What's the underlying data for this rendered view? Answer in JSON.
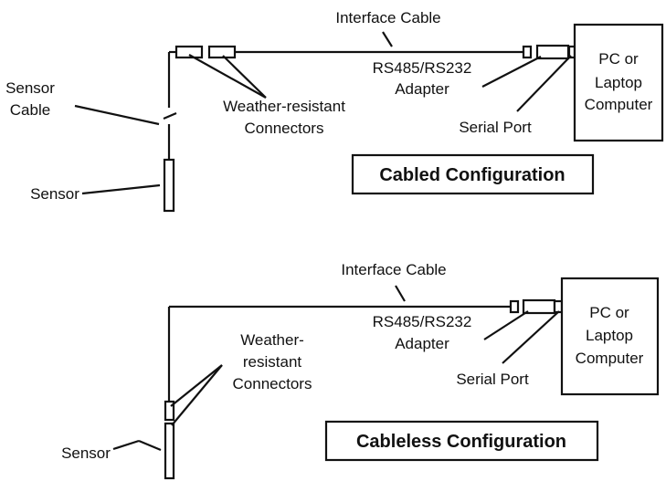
{
  "cabled": {
    "interface_cable": "Interface Cable",
    "adapter_line1": "RS485/RS232",
    "adapter_line2": "Adapter",
    "computer_line1": "PC or",
    "computer_line2": "Laptop",
    "computer_line3": "Computer",
    "sensor_cable_line1": "Sensor",
    "sensor_cable_line2": "Cable",
    "connectors_line1": "Weather-resistant",
    "connectors_line2": "Connectors",
    "serial_port": "Serial Port",
    "sensor": "Sensor",
    "title": "Cabled Configuration"
  },
  "cableless": {
    "interface_cable": "Interface Cable",
    "adapter_line1": "RS485/RS232",
    "adapter_line2": "Adapter",
    "computer_line1": "PC or",
    "computer_line2": "Laptop",
    "computer_line3": "Computer",
    "connectors_line1": "Weather-",
    "connectors_line2": "resistant",
    "connectors_line3": "Connectors",
    "serial_port": "Serial Port",
    "sensor": "Sensor",
    "title": "Cableless Configuration"
  }
}
